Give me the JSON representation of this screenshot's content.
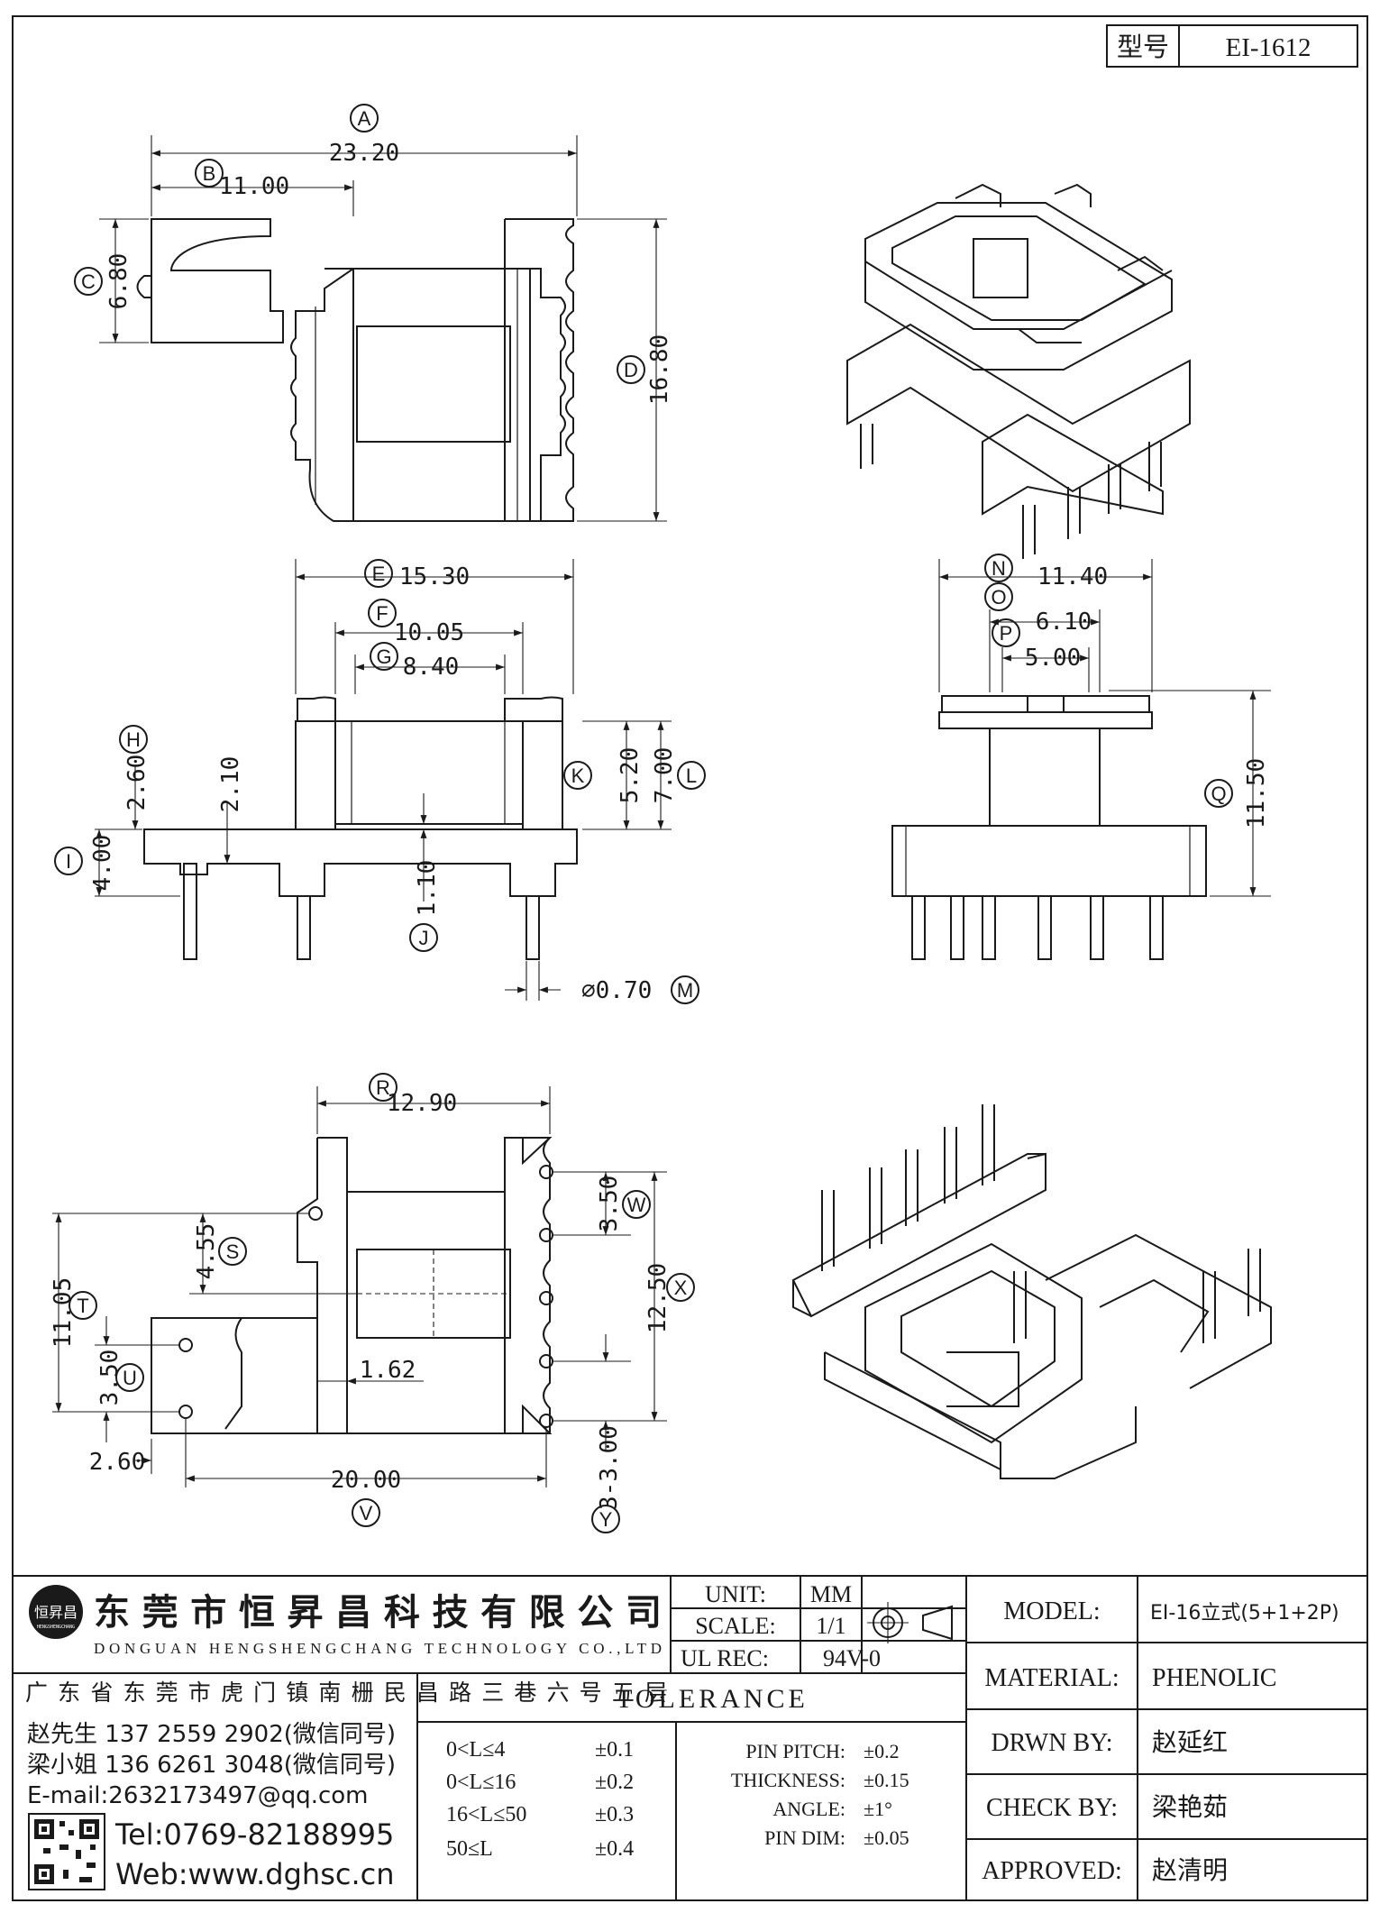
{
  "header": {
    "model_label": "型号",
    "model_value": "EI-1612"
  },
  "dimensions": {
    "A": "23.20",
    "B": "11.00",
    "C": "6.80",
    "D": "16.80",
    "E": "15.30",
    "F": "10.05",
    "G": "8.40",
    "H": "2.60",
    "H2": "2.10",
    "I": "4.00",
    "J": "1.10",
    "K": "5.20",
    "L": "7.00",
    "M": "⌀0.70",
    "N": "11.40",
    "O": "6.10",
    "P": "5.00",
    "Q": "11.50",
    "R": "12.90",
    "S": "4.55",
    "T": "11.05",
    "U": "3.50",
    "V": "20.00",
    "W": "3.50",
    "X": "12.50",
    "Y": "3-3.00",
    "Z1": "1.62",
    "Z2": "2.60"
  },
  "bubbles": [
    "A",
    "B",
    "C",
    "D",
    "E",
    "F",
    "G",
    "H",
    "I",
    "J",
    "K",
    "L",
    "M",
    "N",
    "O",
    "P",
    "Q",
    "R",
    "S",
    "T",
    "U",
    "V",
    "W",
    "X",
    "Y"
  ],
  "company": {
    "logo_text": "恒昇昌",
    "logo_sub": "HENGSHENGCHANG",
    "name_cn": "东莞市恒昇昌科技有限公司",
    "name_en": "DONGUAN HENGSHENGCHANG TECHNOLOGY CO.,LTD",
    "address": "广东省东莞市虎门镇南栅民昌路三巷六号五层",
    "contact1": "赵先生 137 2559 2902(微信同号)",
    "contact2": "梁小姐 136 6261 3048(微信同号)",
    "email": "E-mail:2632173497@qq.com",
    "tel": "Tel:0769-82188995",
    "web": "Web:www.dghsc.cn"
  },
  "specs": {
    "unit_label": "UNIT:",
    "unit_value": "MM",
    "scale_label": "SCALE:",
    "scale_value": "1/1",
    "ul_label": "UL REC:",
    "ul_value": "94V-0"
  },
  "tolerance": {
    "title": "TOLERANCE",
    "ranges": [
      {
        "range": "0<L≤4",
        "tol": "±0.1"
      },
      {
        "range": "0<L≤16",
        "tol": "±0.2"
      },
      {
        "range": "16<L≤50",
        "tol": "±0.3"
      },
      {
        "range": "50≤L",
        "tol": "±0.4"
      }
    ],
    "params": [
      {
        "label": "PIN PITCH:",
        "tol": "±0.2"
      },
      {
        "label": "THICKNESS:",
        "tol": "±0.15"
      },
      {
        "label": "ANGLE:",
        "tol": "±1°"
      },
      {
        "label": "PIN DIM:",
        "tol": "±0.05"
      }
    ]
  },
  "info": [
    {
      "label": "MODEL:",
      "value": "EI-16立式(5+1+2P)"
    },
    {
      "label": "MATERIAL:",
      "value": "PHENOLIC"
    },
    {
      "label": "DRWN BY:",
      "value": "赵延红"
    },
    {
      "label": "CHECK BY:",
      "value": "梁艳茹"
    },
    {
      "label": "APPROVED:",
      "value": "赵清明"
    }
  ],
  "icons": [
    "projection-symbol-icon",
    "qr-code-icon",
    "company-logo-icon"
  ]
}
